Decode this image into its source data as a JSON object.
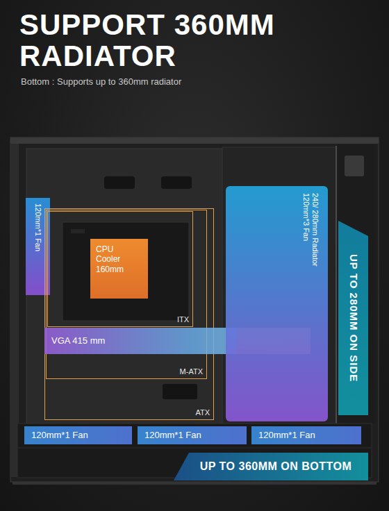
{
  "diagram": {
    "title": "SUPPORT 360MM RADIATOR",
    "nodes": [
      {
        "text": [
          "120mm*1 Fan"
        ]
      },
      {
        "text": [
          "ATX"
        ]
      },
      {
        "text": [
          "M-ATX"
        ],
        "in": 1
      },
      {
        "text": [
          "ITX"
        ],
        "in": 2
      },
      {
        "text": [
          "CPU Cooler 160mm"
        ],
        "in": 3
      },
      {
        "text": [
          "VGA 415 mm"
        ]
      },
      {
        "text": [
          "240/ 280mm Radiator 120mm*3 Fan"
        ]
      },
      {
        "text": [
          "UP TO 280MM ON SIDE"
        ]
      },
      {
        "text": [
          "120mm*1 Fan"
        ]
      },
      {
        "text": [
          "120mm*1 Fan"
        ]
      },
      {
        "text": [
          "120mm*1 Fan"
        ]
      },
      {
        "text": [
          "UP TO 360MM ON BOTTOM"
        ]
      }
    ],
    "labels": [
      "Bottom : Supports up to 360mm radiator"
    ]
  }
}
